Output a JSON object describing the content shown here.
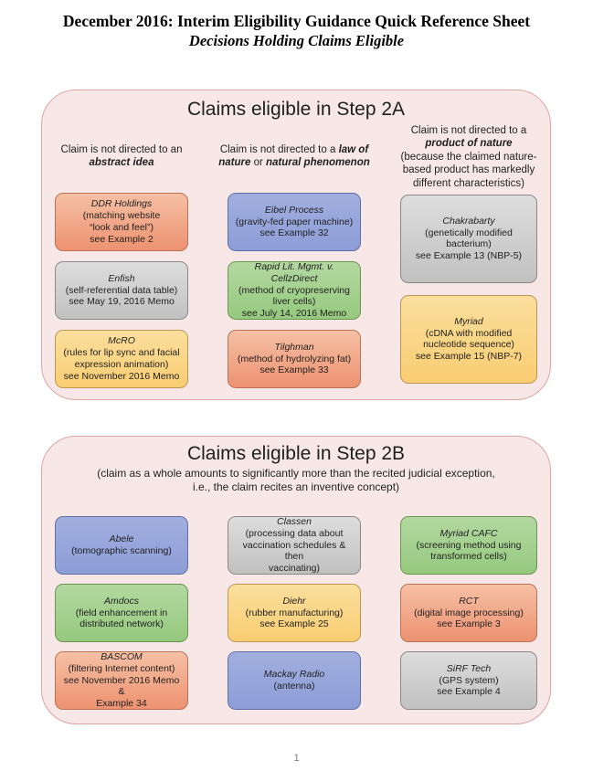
{
  "document": {
    "title": "December 2016: Interim Eligibility Guidance Quick Reference Sheet",
    "subtitle": "Decisions Holding Claims Eligible",
    "page_number": "1"
  },
  "palette": {
    "panel_fill": "#f7e8e7",
    "panel_border": "#dca5a3",
    "text": "#1f1f1f",
    "page_number_color": "#808080",
    "salmon_top": "#f6c0a4",
    "salmon_bottom": "#ed9271",
    "salmon_border": "#ba7354",
    "gray_top": "#dddddd",
    "gray_bottom": "#c1c1c1",
    "gray_border": "#898989",
    "yellow_top": "#fbdf9d",
    "yellow_bottom": "#f9cd72",
    "yellow_border": "#bd9751",
    "blue_top": "#a1afdf",
    "blue_bottom": "#8d9dd6",
    "blue_border": "#5f6fa5",
    "green_top": "#b3d8a1",
    "green_bottom": "#95c97e",
    "green_border": "#6d9552"
  },
  "step2a": {
    "title": "Claims eligible in Step 2A",
    "headers": {
      "col1_plain": "Claim is not directed to an",
      "col1_em": "abstract idea",
      "col2_plain1": "Claim is not directed to a ",
      "col2_em1": "law of nature",
      "col2_plain2": " or ",
      "col2_em2": "natural phenomenon",
      "col3_plain1": "Claim is not directed to a",
      "col3_em": "product of nature",
      "col3_plain2": "(because the claimed nature-\nbased product has markedly\ndifferent characteristics)"
    },
    "cards": [
      {
        "name": "DDR Holdings",
        "color": "salmon",
        "body": "(matching website\n“look and feel”)\nsee Example 2"
      },
      {
        "name": "Enfish",
        "color": "gray",
        "body": "(self-referential data table)\nsee May 19, 2016 Memo"
      },
      {
        "name": "McRO",
        "color": "yellow",
        "body": "(rules for lip sync and facial\nexpression animation)\nsee November 2016 Memo"
      },
      {
        "name": "Eibel Process",
        "color": "blue",
        "body": "(gravity-fed paper machine)\nsee Example 32"
      },
      {
        "name": "Rapid Lit. Mgmt. v. CellzDirect",
        "color": "green",
        "body": "(method of cryopreserving\nliver cells)\nsee July 14, 2016 Memo"
      },
      {
        "name": "Tilghman",
        "color": "salmon",
        "body": "(method of hydrolyzing fat)\nsee Example 33"
      },
      {
        "name": "Chakrabarty",
        "color": "gray",
        "body": "(genetically modified\nbacterium)\nsee Example 13 (NBP-5)"
      },
      {
        "name": "Myriad",
        "color": "yellow",
        "body": "(cDNA with modified\nnucleotide sequence)\nsee Example 15 (NBP-7)"
      }
    ]
  },
  "step2b": {
    "title": "Claims eligible in Step 2B",
    "subtitle": "(claim as a whole amounts to significantly more than the recited judicial exception,\ni.e., the claim recites an inventive concept)",
    "cards": [
      {
        "name": "Abele",
        "color": "blue",
        "body": "(tomographic scanning)"
      },
      {
        "name": "Classen",
        "color": "gray",
        "body": "(processing data about\nvaccination schedules & then\nvaccinating)"
      },
      {
        "name": "Myriad CAFC",
        "color": "green",
        "body": "(screening method using\ntransformed cells)"
      },
      {
        "name": "Amdocs",
        "color": "green",
        "body": "(field enhancement in\ndistributed network)"
      },
      {
        "name": "Diehr",
        "color": "yellow",
        "body": "(rubber manufacturing)\nsee Example 25"
      },
      {
        "name": "RCT",
        "color": "salmon",
        "body": "(digital image processing)\nsee Example 3"
      },
      {
        "name": "BASCOM",
        "color": "salmon",
        "body": "(filtering Internet content)\nsee November 2016 Memo &\nExample 34"
      },
      {
        "name": "Mackay Radio",
        "color": "blue",
        "body": "(antenna)"
      },
      {
        "name": "SiRF Tech",
        "color": "gray",
        "body": "(GPS system)\nsee Example 4"
      }
    ]
  }
}
